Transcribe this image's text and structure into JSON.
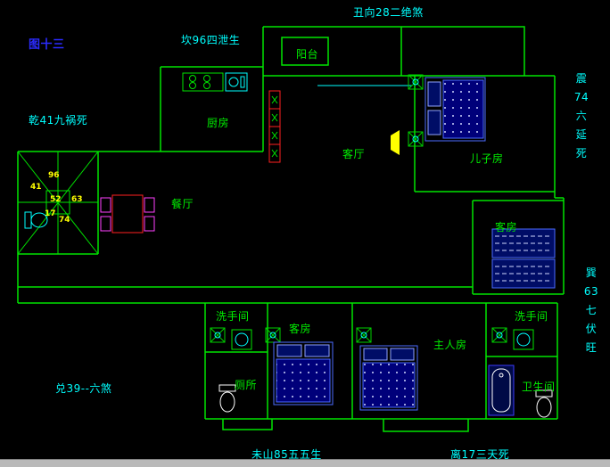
{
  "palette": {
    "background": "#000000",
    "wall_green": "#00e400",
    "text_cyan": "#00ffff",
    "text_green": "#00ee00",
    "figure_blue": "#2b2bff",
    "number_yellow": "#ffff00",
    "furniture_red": "#ff2020",
    "chair_magenta": "#ff40ff",
    "bed_navy": "#000d66",
    "door_yellow": "#ffff00"
  },
  "annotations": {
    "figure": "图十三",
    "top": "丑向28二绝煞",
    "kan": "坎96四泄生",
    "qian": "乾41九祸死",
    "zhen": "震\n74\n六\n延\n死",
    "xun": "巽\n63\n七\n伏\n旺",
    "dui": "兑39--六煞",
    "wei_shan": "未山85五五生",
    "li": "离17三天死"
  },
  "rooms": {
    "balcony": "阳台",
    "kitchen": "厨房",
    "living_room": "客厅",
    "son_room": "儿子房",
    "dining_room": "餐厅",
    "guest_room_upper": "客房",
    "washroom_left": "洗手间",
    "guest_room_lower": "客房",
    "master_room": "主人房",
    "washroom_right": "洗手间",
    "toilet": "厕所",
    "bathroom": "卫生间"
  },
  "compass": {
    "numbers": [
      "41",
      "96",
      "52",
      "63",
      "17",
      "74"
    ]
  }
}
